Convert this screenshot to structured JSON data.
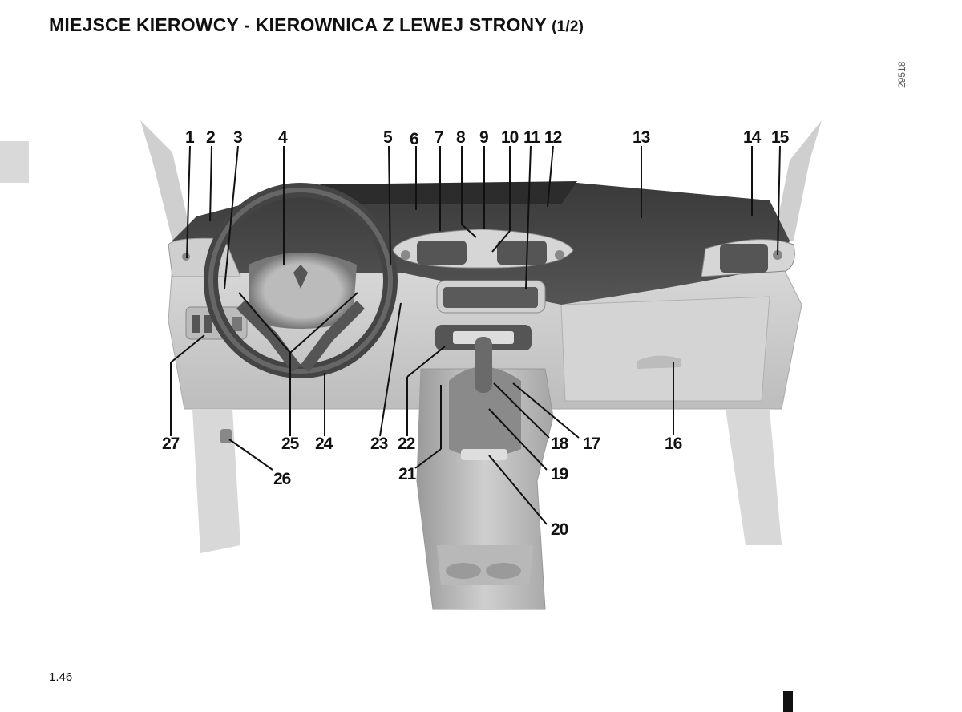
{
  "header": {
    "title": "MIEJSCE KIEROWCY - KIEROWNICA Z LEWEJ STRONY",
    "title_suffix": "(1/2)"
  },
  "figure_ref": "29518",
  "page_number": "1.46",
  "callouts": [
    "1",
    "2",
    "3",
    "4",
    "5",
    "6",
    "7",
    "8",
    "9",
    "10",
    "11",
    "12",
    "13",
    "14",
    "15",
    "16",
    "17",
    "18",
    "19",
    "20",
    "21",
    "22",
    "23",
    "24",
    "25",
    "26",
    "27"
  ]
}
